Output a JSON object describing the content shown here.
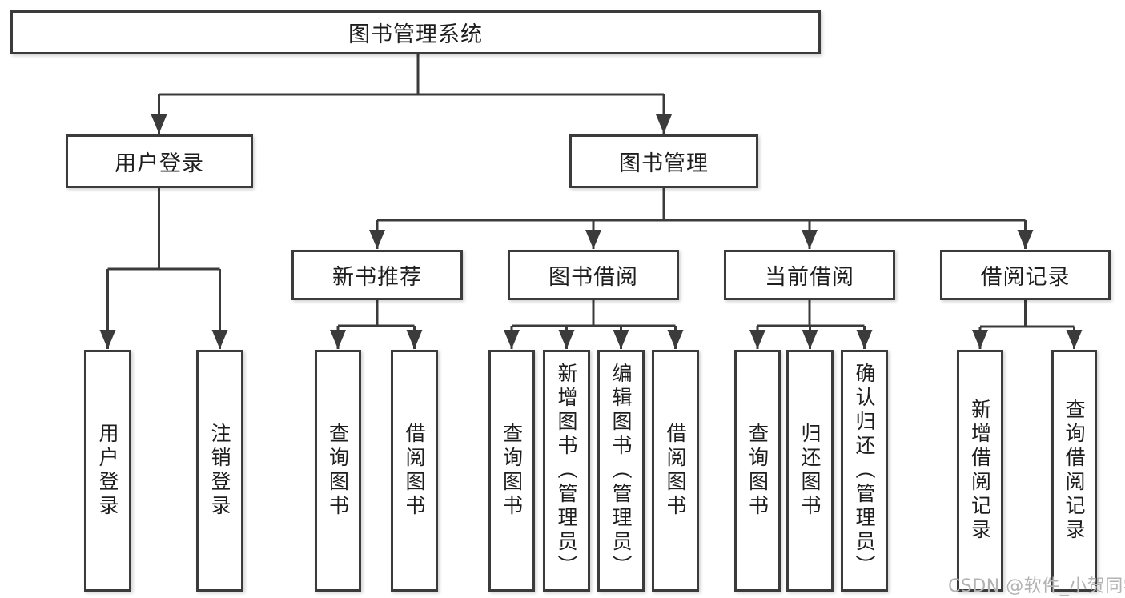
{
  "diagram": {
    "title": "图书管理系统",
    "level1": {
      "login": "用户登录",
      "management": "图书管理"
    },
    "level2": {
      "recommend": "新书推荐",
      "borrow": "图书借阅",
      "current": "当前借阅",
      "records": "借阅记录"
    },
    "leaves": {
      "login": [
        "用户登录",
        "注销登录"
      ],
      "recommend": [
        "查询图书",
        "借阅图书"
      ],
      "borrow": [
        "查询图书",
        "新增图书（管理员）",
        "编辑图书（管理员）",
        "借阅图书"
      ],
      "current": [
        "查询图书",
        "归还图书",
        "确认归还（管理员）"
      ],
      "records": [
        "新增借阅记录",
        "查询借阅记录"
      ]
    }
  },
  "watermark": "CSDN @软件_小贺同学",
  "colors": {
    "line": "#3b3b3b",
    "text": "#1e1e1f",
    "watermark": "#b3b3b3",
    "background": "#ffffff"
  }
}
